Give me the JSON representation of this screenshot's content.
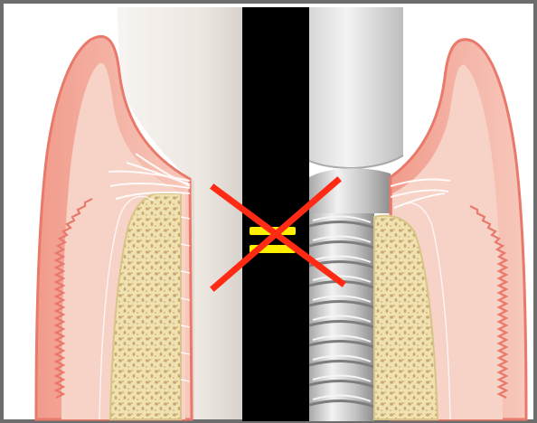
{
  "figure": {
    "panels": [
      {
        "id": "natural-tooth",
        "label": ""
      },
      {
        "id": "dental-implant",
        "label": ""
      }
    ],
    "center_symbol": "not-equal",
    "colors": {
      "frame": "#6d6d6d",
      "divider": "#000000",
      "gum": "#f2a89a",
      "gum_outline": "#e8796b",
      "gum_inner": "#f7cfc3",
      "bone": "#efe2b0",
      "bone_pores": "#c9a871",
      "tooth": "#f4f0ec",
      "implant_metal": "#cfcfcf",
      "x_mark": "#ff2a14",
      "equals_mark": "#ffee00"
    }
  }
}
